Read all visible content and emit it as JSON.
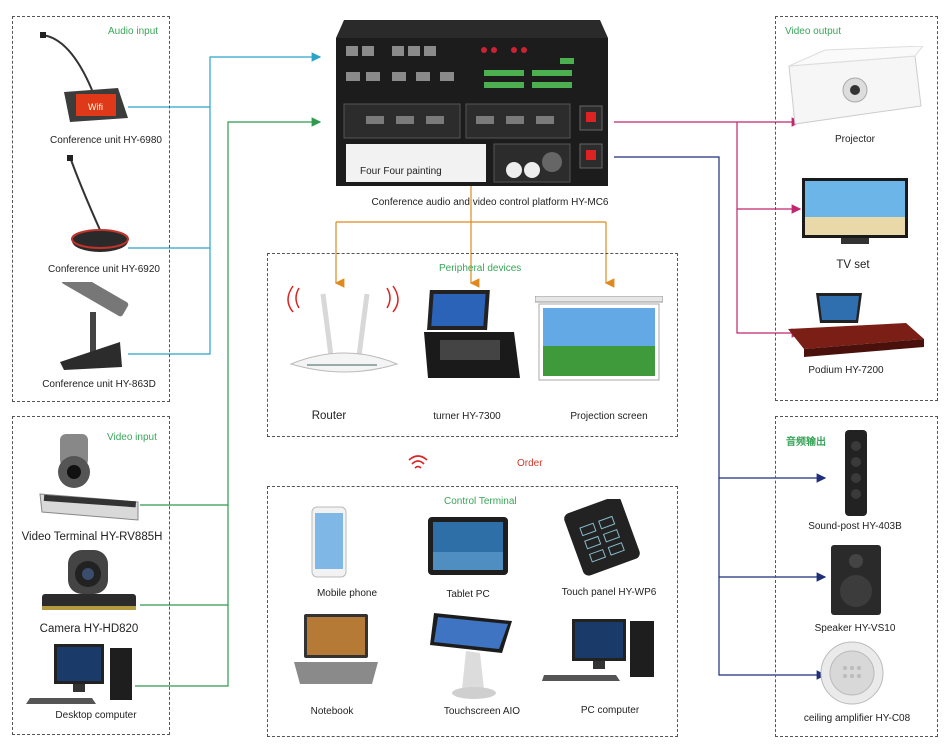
{
  "groups": {
    "audio_input": "Audio input",
    "video_input": "Video input",
    "video_output": "Video output",
    "audio_output": "音频输出",
    "peripheral": "Peripheral devices",
    "control_terminal": "Control Terminal"
  },
  "platform": {
    "label": "Conference audio and video control platform HY-MC6",
    "panel_text": "Four Four painting"
  },
  "order_label": "Order",
  "devices": {
    "conf_6980": "Conference unit HY-6980",
    "conf_6920": "Conference unit HY-6920",
    "conf_863d": "Conference unit HY-863D",
    "video_terminal": "Video Terminal HY-RV885H",
    "camera": "Camera HY-HD820",
    "desktop": "Desktop computer",
    "projector": "Projector",
    "tv": "TV set",
    "podium": "Podium HY-7200",
    "router": "Router",
    "turner": "turner HY-7300",
    "projection_screen": "Projection screen",
    "mobile": "Mobile phone",
    "tablet": "Tablet PC",
    "touch_panel": "Touch panel HY-WP6",
    "notebook": "Notebook",
    "touchscreen_aio": "Touchscreen AIO",
    "pc_computer": "PC computer",
    "sound_post": "Sound-post HY-403B",
    "speaker": "Speaker HY-VS10",
    "ceiling_amp": "ceiling amplifier HY-C08"
  },
  "colors": {
    "audio_wire": "#2aa3c9",
    "video_wire": "#2e9a4c",
    "output_video_wire": "#c2266e",
    "output_audio_wire": "#1f2f7a",
    "peripheral_wire": "#e08a1e",
    "group_title": "#3aa55a",
    "order": "#d23a2a"
  }
}
